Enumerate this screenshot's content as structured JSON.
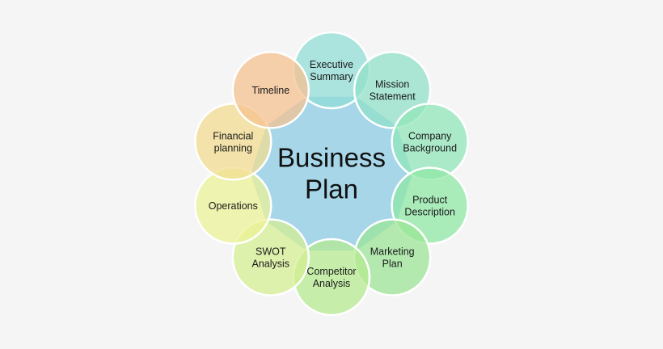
{
  "diagram": {
    "center": {
      "lines": [
        "Business",
        "Plan"
      ],
      "fill": "#a6d6e8"
    },
    "nodes": [
      {
        "lines": [
          "Executive",
          "Summary"
        ],
        "color": "#8fdcd6"
      },
      {
        "lines": [
          "Mission",
          "Statement"
        ],
        "color": "#8fe0c8"
      },
      {
        "lines": [
          "Company",
          "Background"
        ],
        "color": "#8fe6b8"
      },
      {
        "lines": [
          "Product",
          "Description"
        ],
        "color": "#8ee8a4"
      },
      {
        "lines": [
          "Marketing",
          "Plan"
        ],
        "color": "#9ae494"
      },
      {
        "lines": [
          "Competitor",
          "Analysis"
        ],
        "color": "#b4ea8e"
      },
      {
        "lines": [
          "SWOT",
          "Analysis"
        ],
        "color": "#d4ee90"
      },
      {
        "lines": [
          "Operations"
        ],
        "color": "#ecf294"
      },
      {
        "lines": [
          "Financial",
          "planning"
        ],
        "color": "#f2dc8e"
      },
      {
        "lines": [
          "Timeline"
        ],
        "color": "#f5c08e"
      }
    ]
  }
}
